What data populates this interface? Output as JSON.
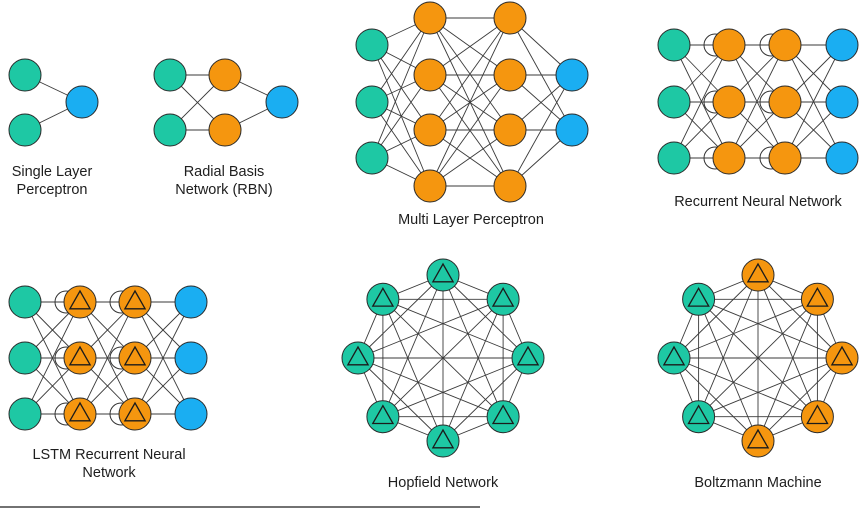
{
  "colors": {
    "input": "#1ec8a4",
    "hidden": "#f5960f",
    "output": "#1aaef2",
    "edge": "#3a3a3a"
  },
  "diagrams": [
    {
      "id": "single-layer-perceptron",
      "label_lines": [
        "Single Layer",
        "Perceptron"
      ]
    },
    {
      "id": "radial-basis-network",
      "label_lines": [
        "Radial Basis",
        "Network (RBN)"
      ]
    },
    {
      "id": "multi-layer-perceptron",
      "label_lines": [
        "Multi Layer Perceptron"
      ]
    },
    {
      "id": "recurrent-neural-network",
      "label_lines": [
        "Recurrent Neural Network"
      ]
    },
    {
      "id": "lstm-recurrent-neural-network",
      "label_lines": [
        "LSTM Recurrent Neural",
        "Network"
      ]
    },
    {
      "id": "hopfield-network",
      "label_lines": [
        "Hopfield Network"
      ]
    },
    {
      "id": "boltzmann-machine",
      "label_lines": [
        "Boltzmann Machine"
      ]
    }
  ]
}
